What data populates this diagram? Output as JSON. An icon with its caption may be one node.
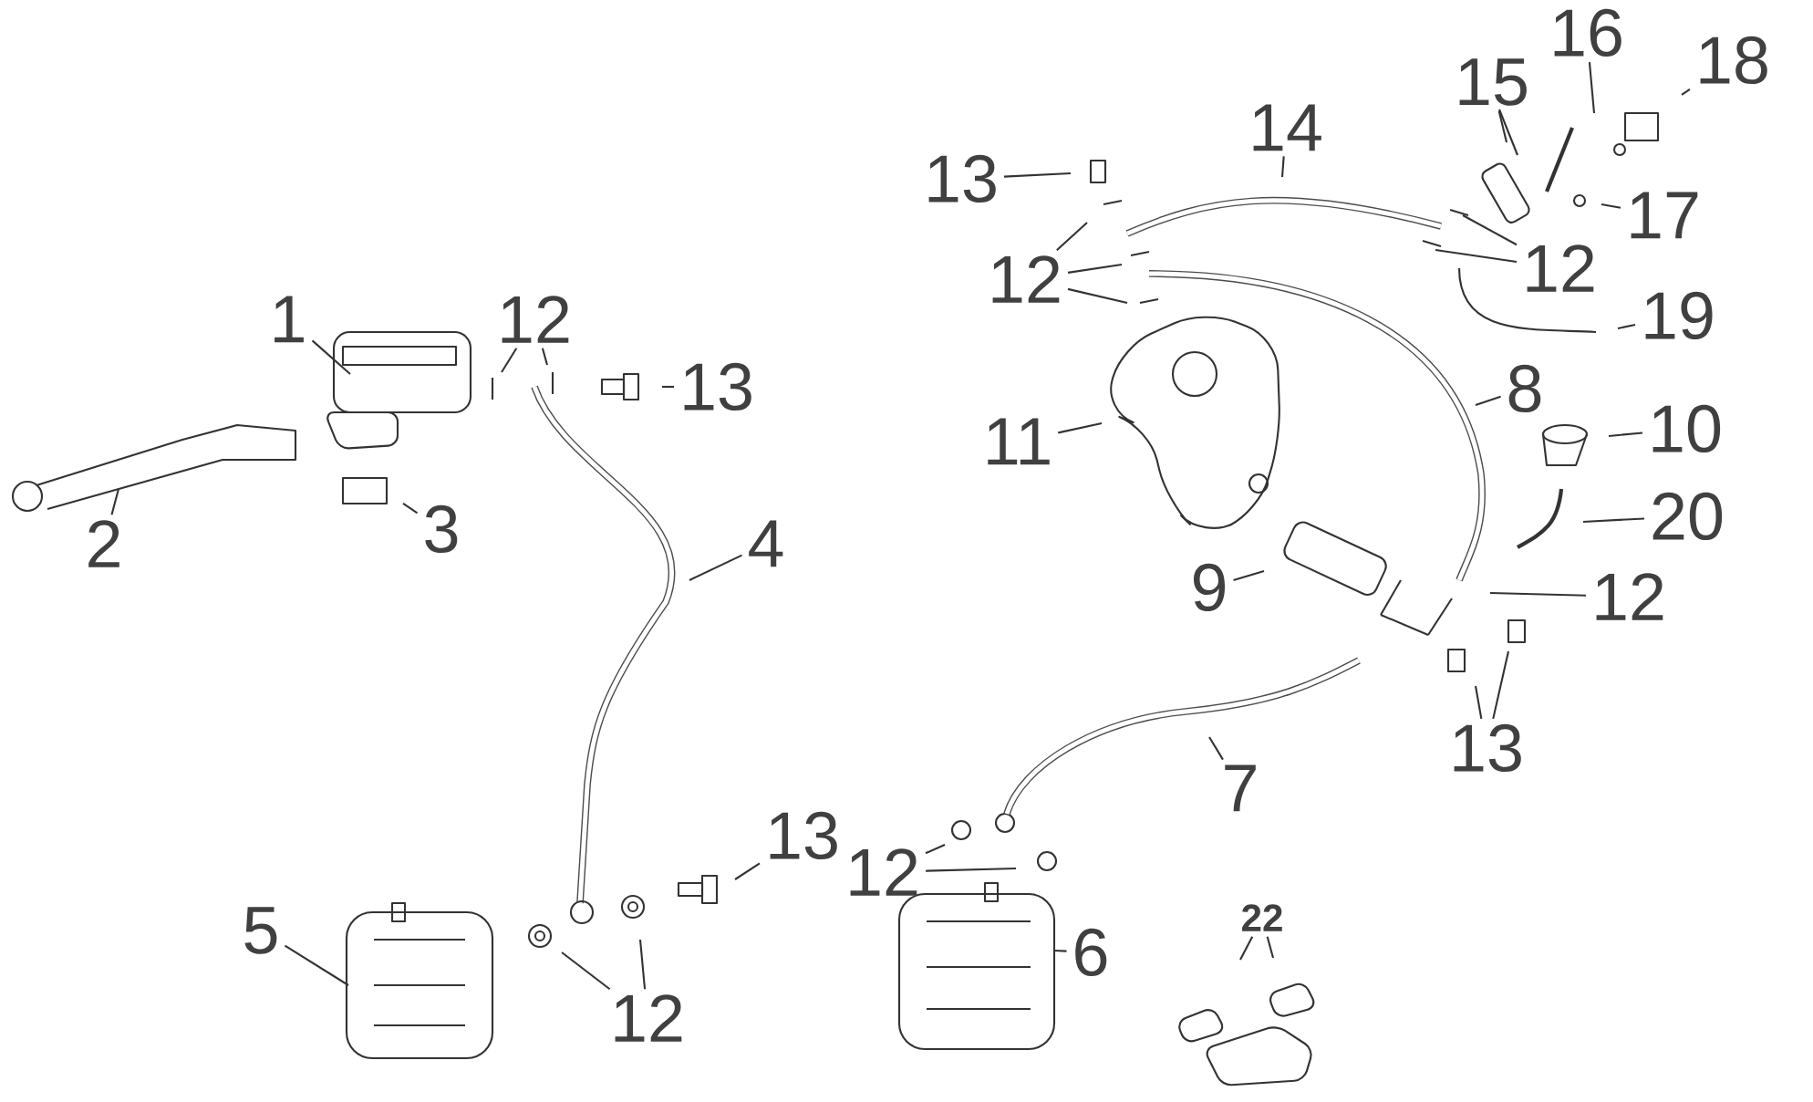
{
  "diagram": {
    "nodes": [
      {
        "text": [
          "1"
        ]
      },
      {
        "text": [
          "2"
        ]
      },
      {
        "text": [
          "3"
        ]
      },
      {
        "text": [
          "12"
        ]
      },
      {
        "text": [
          "13"
        ]
      },
      {
        "text": [
          "4"
        ]
      },
      {
        "text": [
          "5"
        ]
      },
      {
        "text": [
          "6"
        ]
      },
      {
        "text": [
          "12"
        ]
      },
      {
        "text": [
          "13"
        ]
      },
      {
        "text": [
          "12"
        ]
      },
      {
        "text": [
          "7"
        ]
      },
      {
        "text": [
          "22"
        ]
      },
      {
        "text": [
          "8"
        ]
      },
      {
        "text": [
          "11"
        ]
      },
      {
        "text": [
          "10"
        ]
      },
      {
        "text": [
          "9"
        ]
      },
      {
        "text": [
          "20"
        ]
      },
      {
        "text": [
          "12"
        ]
      },
      {
        "text": [
          "13"
        ]
      },
      {
        "text": [
          "13"
        ]
      },
      {
        "text": [
          "14"
        ]
      },
      {
        "text": [
          "15"
        ]
      },
      {
        "text": [
          "16"
        ]
      },
      {
        "text": [
          "18"
        ]
      },
      {
        "text": [
          "17"
        ]
      },
      {
        "text": [
          "12"
        ]
      },
      {
        "text": [
          "12"
        ]
      },
      {
        "text": [
          "19"
        ]
      }
    ],
    "edges": [
      {
        "from": 0,
        "to": null,
        "arrow": "none"
      },
      {
        "from": 1,
        "to": null,
        "arrow": "none"
      },
      {
        "from": 2,
        "to": null,
        "arrow": "none"
      },
      {
        "from": 3,
        "to": null,
        "arrow": "none"
      },
      {
        "from": 3,
        "to": null,
        "arrow": "none"
      },
      {
        "from": 4,
        "to": null,
        "arrow": "none"
      },
      {
        "from": 5,
        "to": null,
        "arrow": "none"
      },
      {
        "from": 6,
        "to": null,
        "arrow": "none"
      },
      {
        "from": 7,
        "to": null,
        "arrow": "none"
      },
      {
        "from": 8,
        "to": null,
        "arrow": "none"
      },
      {
        "from": 8,
        "to": null,
        "arrow": "none"
      },
      {
        "from": 9,
        "to": null,
        "arrow": "none"
      },
      {
        "from": 10,
        "to": null,
        "arrow": "none"
      },
      {
        "from": 10,
        "to": null,
        "arrow": "none"
      },
      {
        "from": 11,
        "to": null,
        "arrow": "none"
      },
      {
        "from": 12,
        "to": null,
        "arrow": "none"
      },
      {
        "from": 12,
        "to": null,
        "arrow": "none"
      },
      {
        "from": 13,
        "to": null,
        "arrow": "none"
      },
      {
        "from": 14,
        "to": null,
        "arrow": "none"
      },
      {
        "from": 15,
        "to": null,
        "arrow": "none"
      },
      {
        "from": 16,
        "to": null,
        "arrow": "none"
      },
      {
        "from": 17,
        "to": null,
        "arrow": "none"
      },
      {
        "from": 18,
        "to": null,
        "arrow": "none"
      },
      {
        "from": 19,
        "to": null,
        "arrow": "none"
      },
      {
        "from": 19,
        "to": null,
        "arrow": "none"
      },
      {
        "from": 20,
        "to": null,
        "arrow": "none"
      },
      {
        "from": 21,
        "to": null,
        "arrow": "none"
      },
      {
        "from": 22,
        "to": null,
        "arrow": "none"
      },
      {
        "from": 23,
        "to": null,
        "arrow": "none"
      },
      {
        "from": 24,
        "to": null,
        "arrow": "none"
      },
      {
        "from": 25,
        "to": null,
        "arrow": "none"
      },
      {
        "from": 26,
        "to": null,
        "arrow": "none"
      },
      {
        "from": 26,
        "to": null,
        "arrow": "none"
      },
      {
        "from": 27,
        "to": null,
        "arrow": "none"
      },
      {
        "from": 27,
        "to": null,
        "arrow": "none"
      },
      {
        "from": 27,
        "to": null,
        "arrow": "none"
      },
      {
        "from": 28,
        "to": null,
        "arrow": "none"
      }
    ]
  }
}
